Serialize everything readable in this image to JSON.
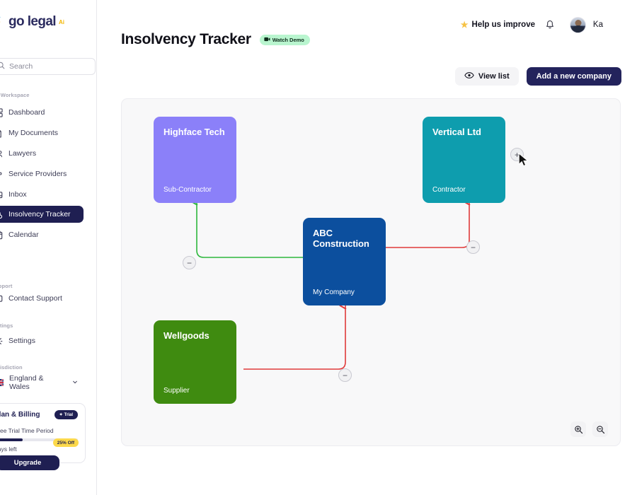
{
  "brand": {
    "logo_text": "go legal",
    "logo_superscript": "Ai",
    "logo_icon": "x-mark-icon"
  },
  "sidebar": {
    "search": {
      "placeholder": "Search",
      "icon": "search-icon"
    },
    "sections": [
      {
        "label": "My Workspace"
      },
      {
        "label": "Support"
      },
      {
        "label": "Settings"
      },
      {
        "label": "Jurisdiction"
      }
    ],
    "items": [
      {
        "label": "Dashboard",
        "icon": "dashboard-icon",
        "active": false
      },
      {
        "label": "My Documents",
        "icon": "document-icon",
        "active": false
      },
      {
        "label": "Lawyers",
        "icon": "lawyers-icon",
        "active": false
      },
      {
        "label": "Service Providers",
        "icon": "service-providers-icon",
        "active": false
      },
      {
        "label": "Inbox",
        "icon": "inbox-icon",
        "active": false
      },
      {
        "label": "Insolvency Tracker",
        "icon": "insolvency-tracker-icon",
        "active": true
      },
      {
        "label": "Calendar",
        "icon": "calendar-icon",
        "active": false
      },
      {
        "label": "Contact Support",
        "icon": "contact-support-icon",
        "active": false
      },
      {
        "label": "Settings",
        "icon": "gear-icon",
        "active": false
      }
    ],
    "jurisdiction": {
      "label": "England & Wales",
      "flag": "uk-flag-icon",
      "chevron": "chevron-down-icon"
    },
    "billing": {
      "title": "Plan & Billing",
      "badge": "Trial",
      "badge_icon": "sparkle-icon",
      "trial_label": "Free Trial Time Period",
      "days_left": "days left",
      "progress_percent": 34,
      "discount_badge": "25% Off",
      "upgrade_label": "Upgrade"
    }
  },
  "topbar": {
    "help_label": "Help us improve",
    "help_icon": "star-icon",
    "notifications_icon": "bell-icon",
    "avatar_icon": "avatar",
    "user_name": "Ka"
  },
  "header": {
    "page_title": "Insolvency Tracker",
    "watch_demo": {
      "label": "Watch Demo",
      "icon": "video-camera-icon"
    }
  },
  "actions": {
    "view_list": {
      "label": "View list",
      "icon": "eye-icon"
    },
    "add_company": {
      "label": "Add a new company"
    }
  },
  "canvas": {
    "zoom_in": {
      "icon": "zoom-in-icon"
    },
    "zoom_out": {
      "icon": "zoom-out-icon"
    },
    "nodes": [
      {
        "id": "highface",
        "name": "Highface Tech",
        "role": "Sub-Contractor",
        "color": "#8b80f9"
      },
      {
        "id": "vertical",
        "name": "Vertical Ltd",
        "role": "Contractor",
        "color": "#0e9dae"
      },
      {
        "id": "abc",
        "name": "ABC Construction",
        "role": "My Company",
        "color": "#0c4f9e"
      },
      {
        "id": "wellgoods",
        "name": "Wellgoods",
        "role": "Supplier",
        "color": "#3f8b10"
      }
    ],
    "edges": [
      {
        "from": "abc",
        "to": "highface",
        "color": "#2db83d",
        "button": "minus"
      },
      {
        "from": "abc",
        "to": "vertical",
        "color": "#e03a3a",
        "button": "minus"
      },
      {
        "from": "wellgoods",
        "to": "abc",
        "color": "#e03a3a",
        "button": "minus"
      }
    ],
    "add_button": {
      "label": "+",
      "attached_to": "vertical"
    },
    "remove_button_label": "−"
  }
}
